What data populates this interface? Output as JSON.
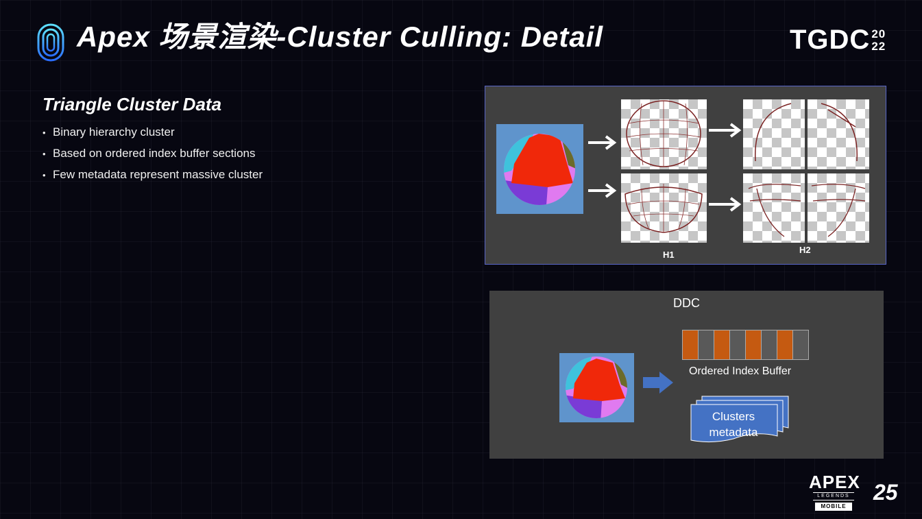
{
  "header": {
    "title": "Apex 场景渲染-Cluster Culling: Detail",
    "brand": "TGDC",
    "brand_year_top": "20",
    "brand_year_bottom": "22"
  },
  "content": {
    "section_title": "Triangle Cluster Data",
    "bullets": [
      "Binary hierarchy cluster",
      "Based on ordered index buffer sections",
      "Few metadata represent massive cluster"
    ]
  },
  "diagram_h": {
    "label_h1": "H1",
    "label_h2": "H2"
  },
  "diagram_ddc": {
    "title": "DDC",
    "buffer_label": "Ordered Index Buffer",
    "buffer_cells": [
      "orange",
      "gray",
      "orange",
      "gray",
      "orange",
      "gray",
      "orange",
      "gray"
    ],
    "metadata_line1": "Clusters",
    "metadata_line2": "metadata"
  },
  "footer": {
    "logo_top": "APEX",
    "logo_middle": "LEGENDS",
    "logo_bottom": "MOBILE",
    "page_number": "25"
  },
  "colors": {
    "background": "#070711",
    "panel": "#404040",
    "panel_border": "#5865c8",
    "sphere_bg": "#5f94cc",
    "buffer_orange": "#c55a11",
    "buffer_gray": "#595959",
    "arrow_blue": "#4472c4",
    "accent_cyan": "#35c6e6"
  }
}
